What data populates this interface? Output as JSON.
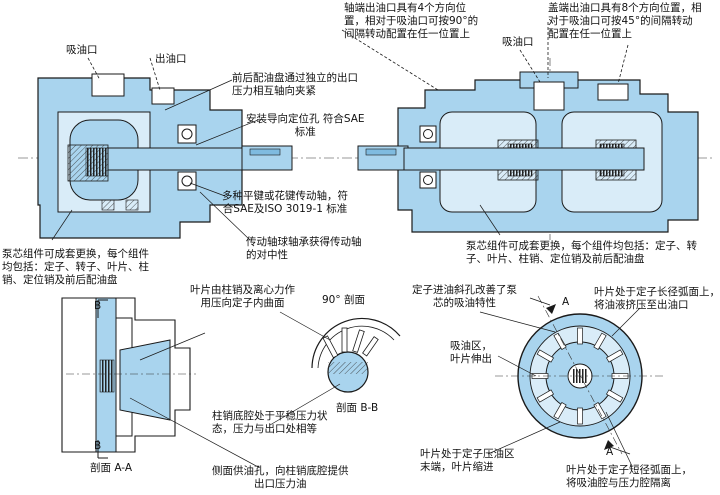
{
  "labels": {
    "inlet_left": "吸油口",
    "outlet_left": "出油口",
    "port_plates": [
      "前后配油盘通过独立的出口",
      "压力相互轴向夹紧"
    ],
    "pilot_bore": [
      "安装导向定位孔 符合SAE",
      "标准"
    ],
    "shafts": [
      "多种平键或花键传动轴，符",
      "合SAE及ISO 3019-1 标准"
    ],
    "bearing": [
      "传动轴球轴承获得传动轴",
      "的对中性"
    ],
    "cartridge_left": [
      "泵芯组件可成套更换，每个组件",
      "均包括：定子、转子、叶片、柱",
      "销、定位销及前后配油盘"
    ],
    "shaft_end_outlet": [
      "轴端出油口具有4个方向位",
      "置，相对于吸油口可按90°的",
      "间隔转动配置在任一位置上"
    ],
    "inlet_right": "吸油口",
    "cover_end_outlet": [
      "盖端出油口具有8个方向位置，相",
      "对于吸油口可按45°的间隔转动",
      "配置在任一位置上"
    ],
    "cartridge_right": [
      "泵芯组件可成套更换，每个组件均包括：定子、转",
      "子、叶片、柱销、定位销及前后配油盘"
    ],
    "pin_force": [
      "叶片由柱销及离心力作",
      "用压向定子内曲面"
    ],
    "section_90": "90° 剖面",
    "section_bb": "剖面 B-B",
    "pin_chamber": [
      "柱销底腔处于平稳压力状",
      "态，压力与出口处相等"
    ],
    "section_aa": "剖面 A-A",
    "side_feed": [
      "侧面供油孔，向柱销底腔提供",
      "出口压力油"
    ],
    "stator_ramp": [
      "定子进油斜孔改善了泵",
      "芯的吸油特性"
    ],
    "suction_zone": [
      "吸油区，",
      "叶片伸出"
    ],
    "major_arc": [
      "叶片处于定子长径弧面上，",
      "将油液挤压至出油口"
    ],
    "end_zone": [
      "叶片处于定子压油区",
      "末端，叶片缩进"
    ],
    "minor_arc": [
      "叶片处于定子短径弧面上，",
      "将吸油腔与压力腔隔离"
    ],
    "mark_a": "A",
    "mark_b": "B"
  },
  "colors": {
    "body": "#a9d4ee",
    "body_dark": "#7fbbe0",
    "outline": "#1a1a1a",
    "hatch": "#333333"
  }
}
